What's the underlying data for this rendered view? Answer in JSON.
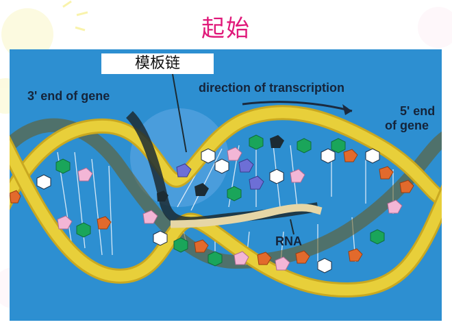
{
  "slide": {
    "title": "起始"
  },
  "figure": {
    "template_strand_label": "模板链",
    "end3_label": "3' end of gene",
    "direction_label": "direction of transcription",
    "end5_line1": "5' end",
    "end5_line2": "of gene",
    "rna_label": "RNA"
  },
  "colors": {
    "title": "#e0197a",
    "background": "#2d8fd1",
    "dna_backbone": "#e8cf3a",
    "green_base": "#1aa55a",
    "orange_base": "#e26a2c",
    "pink_base": "#f3b6d6",
    "white_base": "#ffffff"
  }
}
